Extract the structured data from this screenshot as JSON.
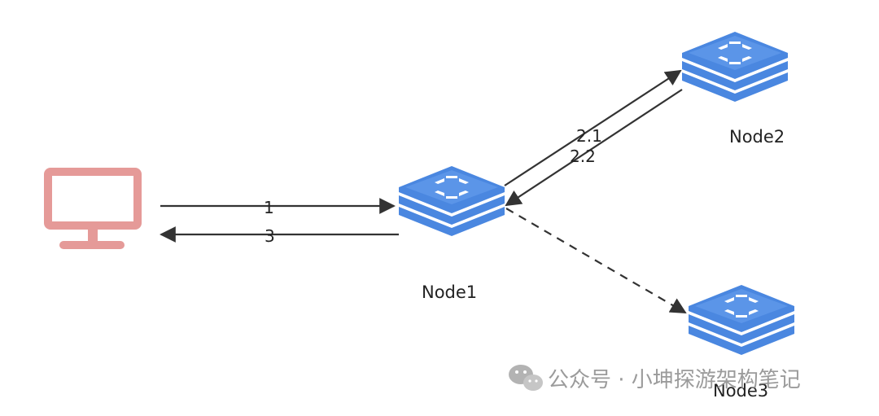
{
  "colors": {
    "server": "#4a87e0",
    "server_light": "#ffffff",
    "client": "#e59a98",
    "edge": "#333333",
    "watermark": "#8a8a8a"
  },
  "nodes": {
    "client": {
      "icon": "monitor-icon"
    },
    "node1": {
      "label": "Node1",
      "icon": "redis-stack-icon"
    },
    "node2": {
      "label": "Node2",
      "icon": "redis-stack-icon"
    },
    "node3": {
      "label": "Node3",
      "icon": "redis-stack-icon"
    }
  },
  "edges": {
    "request": {
      "label": "1"
    },
    "response": {
      "label": "3"
    },
    "forward": {
      "label": "2.1"
    },
    "ack": {
      "label": "2.2"
    },
    "async": {
      "label": ""
    }
  },
  "watermark": {
    "icon": "wechat-icon",
    "text": "公众号 · 小坤探游架构笔记"
  }
}
